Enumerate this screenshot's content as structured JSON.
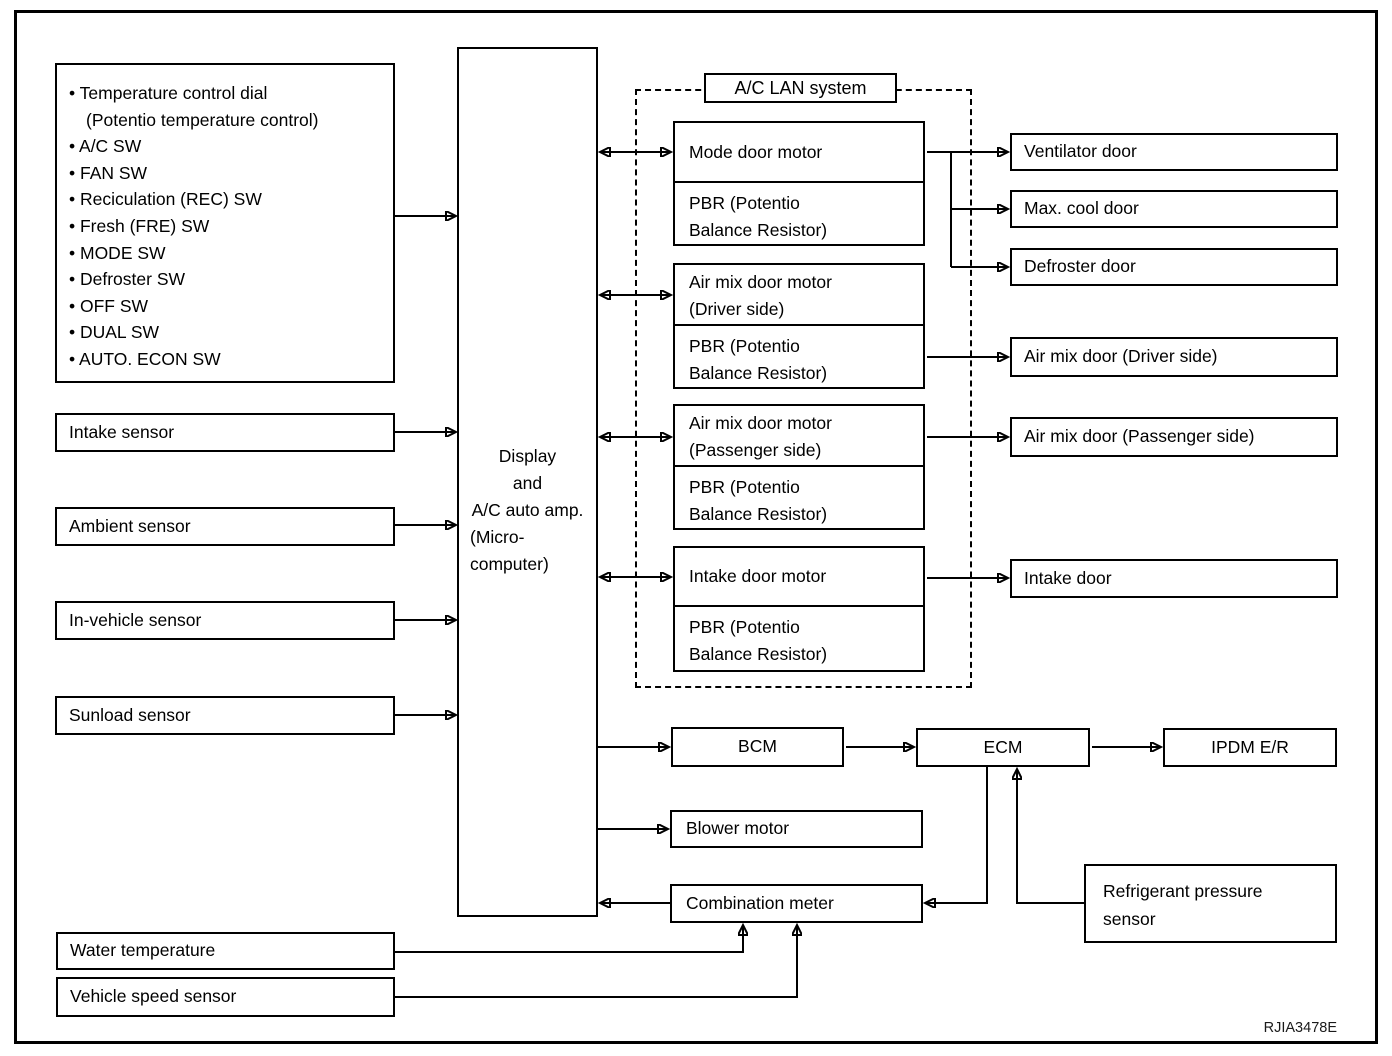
{
  "figure_code": "RJIA3478E",
  "controls": {
    "lines": [
      "• Temperature control dial",
      "(Potentio temperature control)",
      "• A/C SW",
      "• FAN SW",
      "• Reciculation (REC) SW",
      "• Fresh (FRE) SW",
      "• MODE SW",
      "• Defroster SW",
      "• OFF SW",
      "• DUAL SW",
      "• AUTO. ECON SW"
    ]
  },
  "sensors": [
    {
      "label": "Intake sensor"
    },
    {
      "label": "Ambient sensor"
    },
    {
      "label": "In-vehicle sensor"
    },
    {
      "label": "Sunload sensor"
    }
  ],
  "display_unit": {
    "lines": [
      "Display",
      "and",
      "A/C auto amp.",
      "(Micro-",
      "computer)"
    ]
  },
  "lan": {
    "title": "A/C LAN system",
    "pbr": {
      "line1": "PBR (Potentio",
      "line2": "Balance Resistor)"
    },
    "motors": [
      {
        "line1": "Mode door motor",
        "line2": ""
      },
      {
        "line1": "Air mix door motor",
        "line2": "(Driver side)"
      },
      {
        "line1": "Air mix door motor",
        "line2": "(Passenger side)"
      },
      {
        "line1": "Intake door motor",
        "line2": ""
      }
    ]
  },
  "doors": [
    {
      "label": "Ventilator door"
    },
    {
      "label": "Max. cool door"
    },
    {
      "label": "Defroster door"
    },
    {
      "label": "Air mix door (Driver side)"
    },
    {
      "label": "Air mix door (Passenger side)"
    },
    {
      "label": "Intake door"
    }
  ],
  "modules": {
    "bcm": "BCM",
    "ecm": "ECM",
    "ipdm": "IPDM E/R",
    "blower": "Blower motor",
    "combination_meter": "Combination meter",
    "refrigerant": {
      "line1": "Refrigerant pressure",
      "line2": "sensor"
    },
    "water_temperature": "Water temperature",
    "vehicle_speed": "Vehicle speed sensor"
  },
  "edges": [
    {
      "from": "controls-panel",
      "to": "display-unit",
      "type": "arrow"
    },
    {
      "from": "intake-sensor",
      "to": "display-unit",
      "type": "arrow"
    },
    {
      "from": "ambient-sensor",
      "to": "display-unit",
      "type": "arrow"
    },
    {
      "from": "in-vehicle-sensor",
      "to": "display-unit",
      "type": "arrow"
    },
    {
      "from": "sunload-sensor",
      "to": "display-unit",
      "type": "arrow"
    },
    {
      "from": "display-unit",
      "to": "mode-door-motor",
      "type": "bidirectional"
    },
    {
      "from": "display-unit",
      "to": "air-mix-door-motor-driver",
      "type": "bidirectional"
    },
    {
      "from": "display-unit",
      "to": "air-mix-door-motor-passenger",
      "type": "bidirectional"
    },
    {
      "from": "display-unit",
      "to": "intake-door-motor",
      "type": "bidirectional"
    },
    {
      "from": "mode-door-motor",
      "to": "ventilator-door",
      "type": "arrow"
    },
    {
      "from": "mode-door-motor",
      "to": "max-cool-door",
      "type": "arrow"
    },
    {
      "from": "mode-door-motor",
      "to": "defroster-door",
      "type": "arrow"
    },
    {
      "from": "air-mix-door-motor-driver",
      "to": "air-mix-door-driver",
      "type": "arrow"
    },
    {
      "from": "air-mix-door-motor-passenger",
      "to": "air-mix-door-passenger",
      "type": "arrow"
    },
    {
      "from": "intake-door-motor",
      "to": "intake-door",
      "type": "arrow"
    },
    {
      "from": "display-unit",
      "to": "bcm",
      "type": "arrow"
    },
    {
      "from": "bcm",
      "to": "ecm",
      "type": "arrow"
    },
    {
      "from": "ecm",
      "to": "ipdm-er",
      "type": "arrow"
    },
    {
      "from": "display-unit",
      "to": "blower-motor",
      "type": "arrow"
    },
    {
      "from": "combination-meter",
      "to": "display-unit",
      "type": "arrow"
    },
    {
      "from": "ecm",
      "to": "combination-meter",
      "type": "arrow"
    },
    {
      "from": "refrigerant-pressure-sensor",
      "to": "ecm",
      "type": "arrow"
    },
    {
      "from": "water-temperature",
      "to": "combination-meter",
      "type": "arrow"
    },
    {
      "from": "vehicle-speed-sensor",
      "to": "combination-meter",
      "type": "arrow"
    }
  ]
}
